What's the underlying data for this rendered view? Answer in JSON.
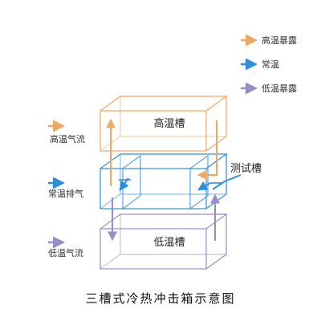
{
  "legend_right": {
    "high_temp_exposure": "高温暴露",
    "normal_temp": "常温",
    "low_temp_exposure": "低温暴露"
  },
  "legend_left": {
    "high_temp_airflow": "高温气流",
    "normal_temp_exhaust": "常温排气",
    "low_temp_airflow": "低温气流"
  },
  "chambers": {
    "high": "高温槽",
    "test": "测试槽",
    "low": "低温槽"
  },
  "caption": "三槽式冷热冲击箱示意图",
  "colors": {
    "orange": "#F0A860",
    "blue": "#2E8FD8",
    "purple": "#9A8CC4"
  }
}
